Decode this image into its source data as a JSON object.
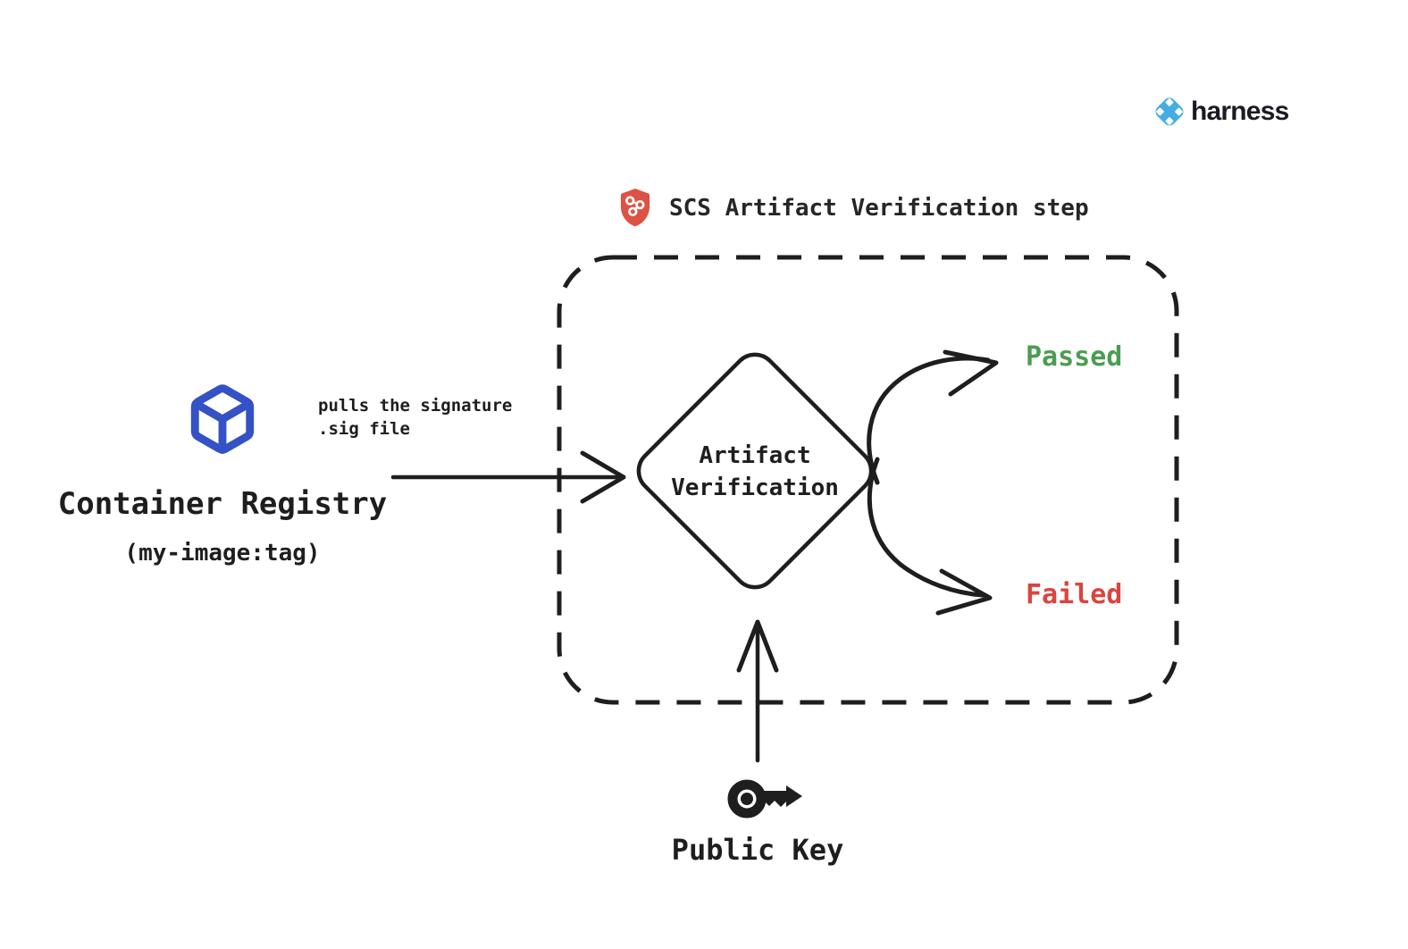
{
  "colors": {
    "ink": "#1e1e1e",
    "background": "#ffffff",
    "registry_blue": "#3452c5",
    "harness_blue": "#43ade4",
    "wordmark_dark": "#1b1b24",
    "shield_red": "#dc5244",
    "shield_graph_white": "#ffffff",
    "passed_green": "#4a9d50",
    "failed_red": "#da453e"
  },
  "brand": {
    "icon": "harness-logo-icon",
    "wordmark": "harness"
  },
  "header": {
    "icon": "scs-shield-icon",
    "title": "SCS Artifact Verification step"
  },
  "registry": {
    "icon": "container-cube-icon",
    "label": "Container Registry",
    "sublabel": "(my-image:tag)"
  },
  "pull_edge": {
    "label_line1": "pulls the signature",
    "label_line2": ".sig file"
  },
  "decision": {
    "line1": "Artifact",
    "line2": "Verification"
  },
  "outcomes": {
    "passed": "Passed",
    "failed": "Failed"
  },
  "public_key": {
    "icon": "key-icon",
    "label": "Public Key"
  }
}
